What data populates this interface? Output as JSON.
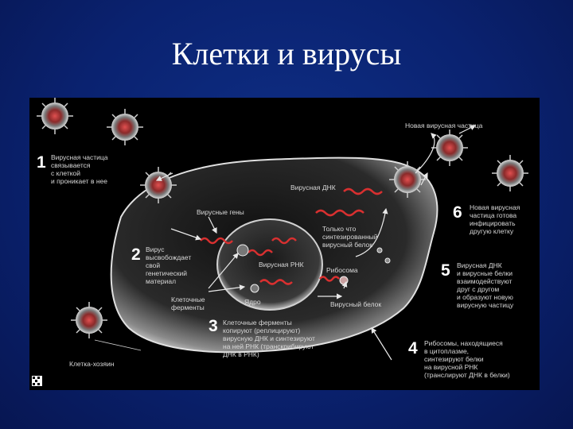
{
  "slide": {
    "title": "Клетки и вирусы"
  },
  "diagram": {
    "steps": [
      {
        "num": "1",
        "text": "Вирусная частица\nсвязывается\nс клеткой\nи проникает в нее"
      },
      {
        "num": "2",
        "text": "Вирус\nвысвобождает\nсвой\nгенетический\nматериал"
      },
      {
        "num": "3",
        "text": "Клеточные ферменты\nкопируют (реплицируют)\nвирусную ДНК и синтезируют\nна ней РНК (транскрибируют\nДНК в РНК)"
      },
      {
        "num": "4",
        "text": "Рибосомы, находящиеся\nв цитоплазме,\nсинтезируют белки\nна вирусной РНК\n(транслируют ДНК в белки)"
      },
      {
        "num": "5",
        "text": "Вирусная ДНК\nи вирусные белки\nвзаимодействуют\nдруг с другом\nи образуют новую\nвирусную частицу"
      },
      {
        "num": "6",
        "text": "Новая вирусная\nчастица готова\nинфицировать\nдругую клетку"
      }
    ],
    "labels": {
      "new_particle": "Новая вирусная частица",
      "viral_dna": "Вирусная ДНК",
      "viral_genes": "Вирусные гены",
      "new_protein": "Только что\nсинтезированный\nвирусный белок",
      "viral_rna": "Вирусная РНК",
      "ribosome": "Рибосома",
      "enzymes": "Клеточные\nферменты",
      "nucleus": "Ядро",
      "viral_protein": "Вирусный белок",
      "host_cell": "Клетка-хозяин"
    }
  }
}
